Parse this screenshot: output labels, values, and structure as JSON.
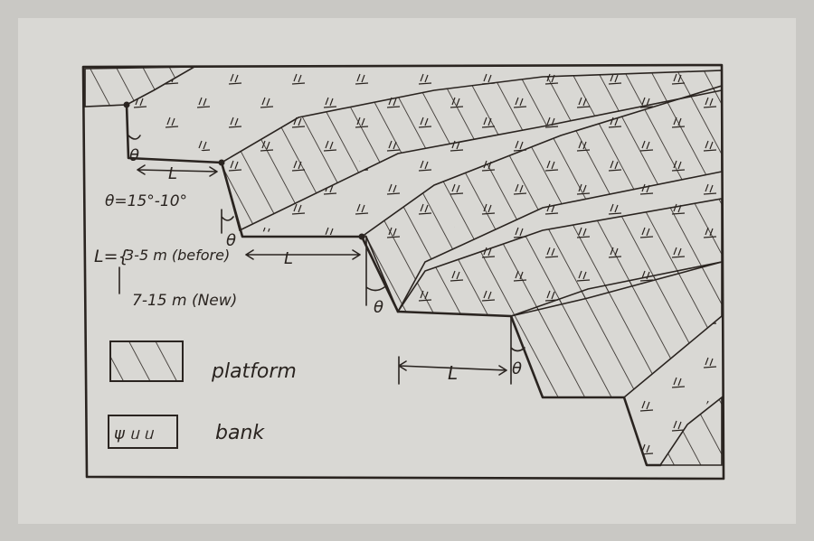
{
  "labels": {
    "theta_symbol": "θ",
    "length_symbol": "L",
    "theta_range": "θ=15°-10°",
    "length_eq": "L={",
    "length_before": "3-5 m (before)",
    "length_new": "7-15 m (New)"
  },
  "legend": {
    "platform": "platform",
    "bank": "bank",
    "bank_symbols": "ψ ᥙ ᥙ"
  },
  "colors": {
    "paper": "#d9d8d4",
    "background": "#c9c8c4",
    "ink": "#2a2420"
  }
}
